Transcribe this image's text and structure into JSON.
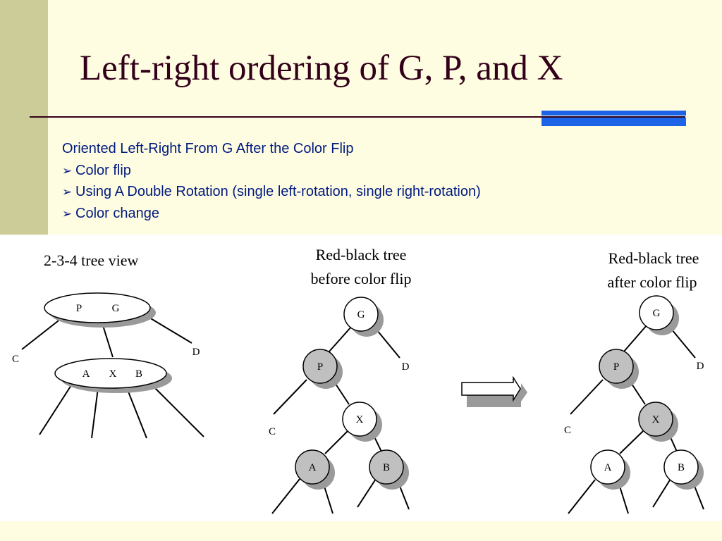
{
  "slide": {
    "title": "Left-right ordering of G, P, and X",
    "bullets": [
      {
        "marker": "",
        "text": "Oriented Left-Right From G After the Color Flip"
      },
      {
        "marker": "➢",
        "text": "Color flip"
      },
      {
        "marker": "➢",
        "text": "Using A Double Rotation (single left-rotation, single right-rotation)"
      },
      {
        "marker": "➢",
        "text": "Color change"
      }
    ]
  },
  "colors": {
    "background": "#FFFDE1",
    "sidebar": "#CCCC99",
    "title_text": "#33001A",
    "bullet_text": "#001A80",
    "accent_blue": "#1C63E8",
    "red_node_fill": "#C0C0C0",
    "black_node_fill": "#FFFFFF",
    "shadow": "#9A9A9A"
  },
  "diagrams": {
    "tree234": {
      "caption": "2-3-4 tree view",
      "top_node": {
        "keys": [
          "P",
          "G"
        ]
      },
      "bottom_node": {
        "keys": [
          "A",
          "X",
          "B"
        ]
      },
      "leaves": {
        "left": "C",
        "right": "D"
      }
    },
    "before": {
      "caption_line1": "Red-black tree",
      "caption_line2": "before color flip",
      "nodes": {
        "G": {
          "label": "G",
          "color": "black"
        },
        "P": {
          "label": "P",
          "color": "red"
        },
        "X": {
          "label": "X",
          "color": "black"
        },
        "A": {
          "label": "A",
          "color": "red"
        },
        "B": {
          "label": "B",
          "color": "red"
        }
      },
      "leaves": {
        "c": "C",
        "d": "D"
      }
    },
    "after": {
      "caption_line1": "Red-black tree",
      "caption_line2": "after color flip",
      "nodes": {
        "G": {
          "label": "G",
          "color": "black"
        },
        "P": {
          "label": "P",
          "color": "red"
        },
        "X": {
          "label": "X",
          "color": "red"
        },
        "A": {
          "label": "A",
          "color": "black"
        },
        "B": {
          "label": "B",
          "color": "black"
        }
      },
      "leaves": {
        "c": "C",
        "d": "D"
      }
    },
    "transition_arrow": {
      "icon": "right-block-arrow-icon"
    }
  }
}
